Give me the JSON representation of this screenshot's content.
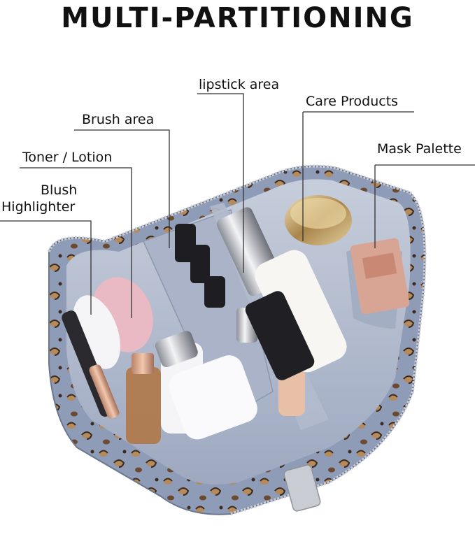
{
  "headline": "MULTI-PARTITIONING",
  "labels": {
    "lipstick": "lipstick area",
    "care": "Care Products",
    "brush": "Brush area",
    "mask": "Mask Palette",
    "toner": "Toner / Lotion",
    "blush_line1": "Blush",
    "blush_line2": "Highlighter"
  },
  "colors": {
    "bag_outer": "#8e9cb8",
    "bag_lining": "#b9c1d2",
    "leopard_spot": "#6b4a2f",
    "leopard_spot_light": "#b58a5c",
    "zipper": "#c9ccd3",
    "pink_jar": "#e9b9c4",
    "gold": "#c9a86a",
    "mask_palette": "#d8a595"
  }
}
